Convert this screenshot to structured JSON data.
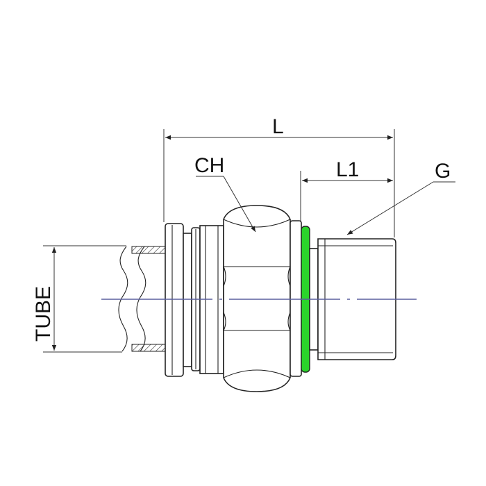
{
  "diagram": {
    "labels": {
      "length": "L",
      "thread_length": "L1",
      "hex": "CH",
      "thread": "G",
      "tube": "TUBE"
    },
    "colors": {
      "line": "#222222",
      "centerline": "#5a5f9e",
      "seal": "#2bd42b",
      "hatch": "#333333"
    }
  }
}
